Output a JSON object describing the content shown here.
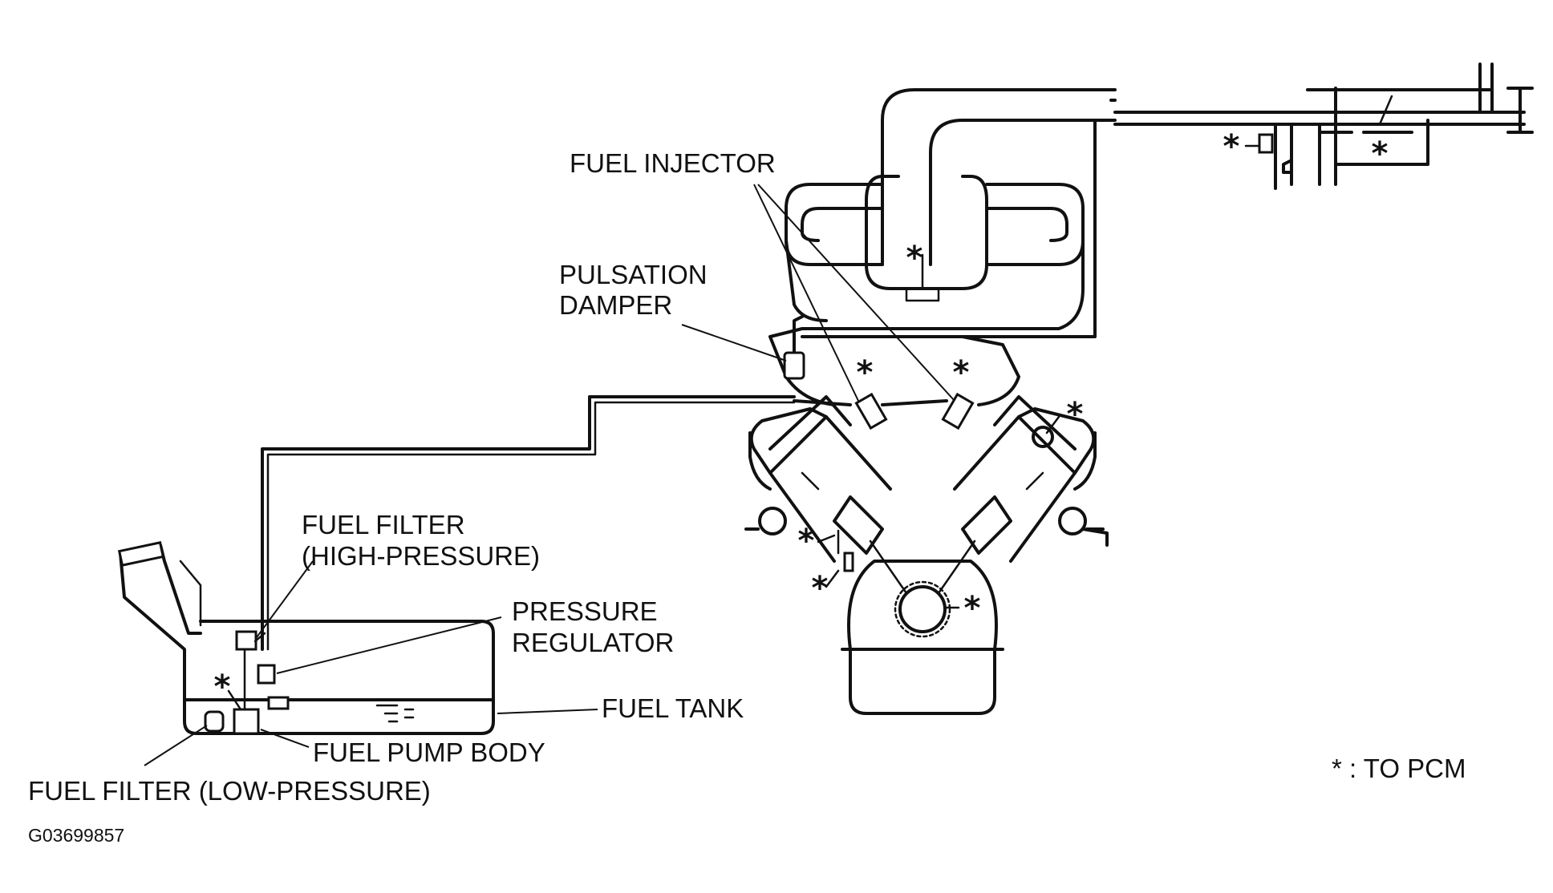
{
  "labels": {
    "fuel_injector": "FUEL INJECTOR",
    "pulsation_damper_line1": "PULSATION",
    "pulsation_damper_line2": "DAMPER",
    "fuel_filter_hp_line1": "FUEL FILTER",
    "fuel_filter_hp_line2": "(HIGH-PRESSURE)",
    "pressure_regulator_line1": "PRESSURE",
    "pressure_regulator_line2": "REGULATOR",
    "fuel_tank": "FUEL TANK",
    "fuel_pump_body": "FUEL PUMP BODY",
    "fuel_filter_lp": "FUEL FILTER (LOW-PRESSURE)"
  },
  "legend": {
    "marker": "*",
    "text": "* : TO PCM"
  },
  "figure_code": "G03699857",
  "pcm_marker": "*"
}
